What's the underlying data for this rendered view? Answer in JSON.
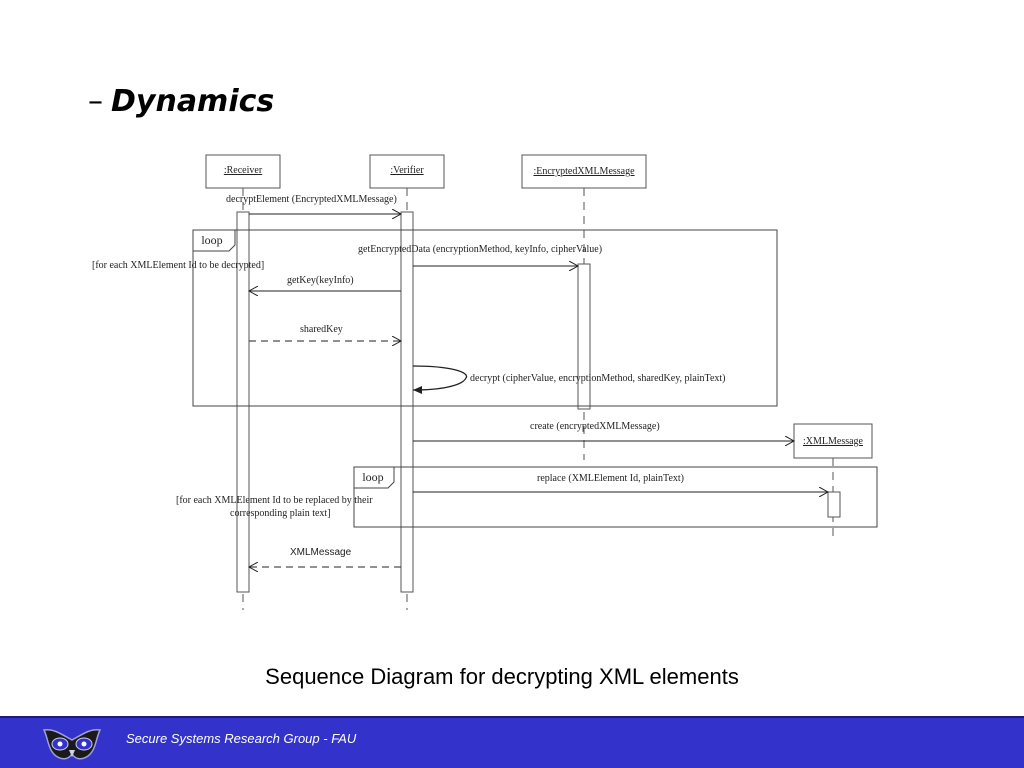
{
  "slide": {
    "title_dash": "–",
    "title_word": "Dynamics",
    "caption": "Sequence Diagram for  decrypting XML elements"
  },
  "diagram": {
    "lifelines": [
      {
        "id": "receiver",
        "label": ":Receiver"
      },
      {
        "id": "verifier",
        "label": ":Verifier"
      },
      {
        "id": "encrypted",
        "label": ":EncryptedXMLMessage"
      },
      {
        "id": "xmlmessage",
        "label": ":XMLMessage"
      }
    ],
    "fragments": [
      {
        "keyword": "loop",
        "guard_lines": [
          "[for each XMLElement Id to be decrypted]"
        ]
      },
      {
        "keyword": "loop",
        "guard_lines": [
          "[for each XMLElement Id to be replaced by their",
          "corresponding plain text]"
        ]
      }
    ],
    "messages": [
      {
        "from": "receiver",
        "to": "verifier",
        "label": "decryptElement (EncryptedXMLMessage)",
        "style": "sync"
      },
      {
        "from": "verifier",
        "to": "encrypted",
        "label": "getEncryptedData (encryptionMethod, keyInfo, cipherValue)",
        "style": "sync"
      },
      {
        "from": "verifier",
        "to": "receiver",
        "label": "getKey(keyInfo)",
        "style": "sync"
      },
      {
        "from": "receiver",
        "to": "verifier",
        "label": "sharedKey",
        "style": "return"
      },
      {
        "from": "verifier",
        "to": "verifier",
        "label": "decrypt (cipherValue, encryptionMethod, sharedKey, plainText)",
        "style": "self"
      },
      {
        "from": "verifier",
        "to": "xmlmessage",
        "label": "create (encryptedXMLMessage)",
        "style": "create"
      },
      {
        "from": "verifier",
        "to": "xmlmessage",
        "label": "replace (XMLElement Id, plainText)",
        "style": "sync"
      },
      {
        "from": "verifier",
        "to": "receiver",
        "label": "XMLMessage",
        "style": "return"
      }
    ]
  },
  "footer": {
    "text": "Secure Systems Research Group - FAU",
    "logo_icon": "owl-logo-icon",
    "background": "#3333cc"
  }
}
